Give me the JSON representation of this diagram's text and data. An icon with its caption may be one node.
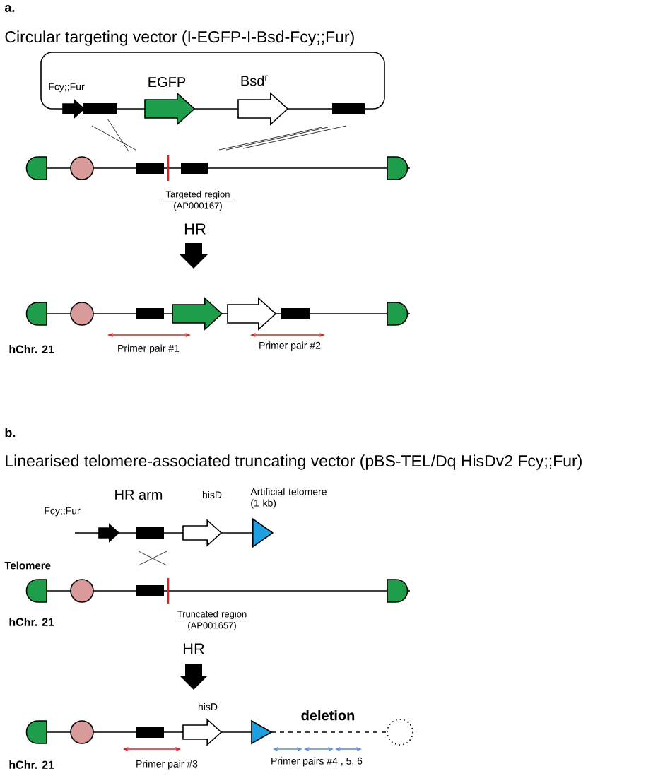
{
  "diagram": {
    "nodes": [
      {
        "text": [
          "Fcy;;Fur"
        ]
      },
      {
        "text": [
          "EGFP"
        ]
      },
      {
        "text": [
          "Bsd$^{r}$"
        ]
      },
      {
        "text": [
          "Fcy;;Fur"
        ]
      },
      {
        "text": [
          "hisD"
        ]
      },
      {
        "text": [
          "Artificial telomere (1 kb)"
        ]
      },
      {
        "text": [
          "hisD"
        ]
      },
      {
        "text": [],
        "shape": "arrow"
      },
      {
        "text": [],
        "shape": "arrow"
      }
    ],
    "labels": [
      "a.",
      "Circular targeting vector (I-EGFP-I-Bsd-Fcy;;Fur)",
      "Targeted region (AP000167)",
      "HR",
      "hChr. 21",
      "Primer pair #1",
      "Primer pair #2",
      "b.",
      "Linearised telomere-associated truncating vector (pBS-TEL/Dq HisDv2 Fcy;;Fur)",
      "HR arm",
      "Telomere",
      "hChr. 21",
      "Truncated region (AP001657)",
      "HR",
      "deletion",
      "hChr. 21",
      "Primer pair #3",
      "Primer pairs #4 , 5, 6"
    ]
  }
}
